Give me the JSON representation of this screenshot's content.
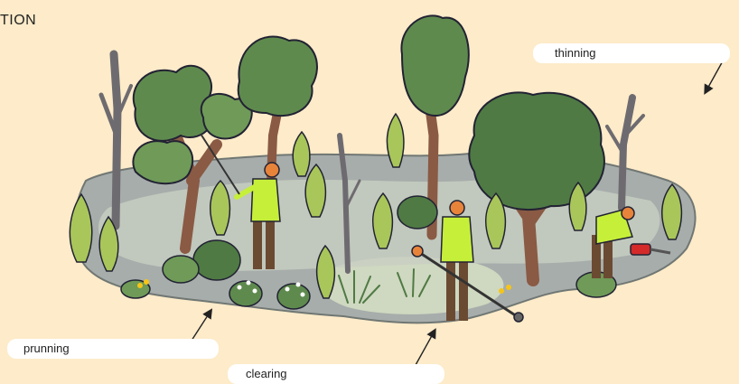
{
  "heading": "TION",
  "callouts": {
    "thinning": "thinning",
    "prunning": "prunning",
    "clearing": "clearing"
  },
  "colors": {
    "background": "#fdebc9",
    "ground": "#a7adab",
    "clearing_patch": "#cfd8c0",
    "foliage_dark": "#5f8a4e",
    "foliage_light": "#a9c65a",
    "trunk": "#8a5a44",
    "vest": "#c6ef3a"
  },
  "icons": [
    "arrow-icon",
    "worker-icon",
    "chainsaw-icon",
    "brush-cutter-icon",
    "pruning-pole-icon"
  ]
}
